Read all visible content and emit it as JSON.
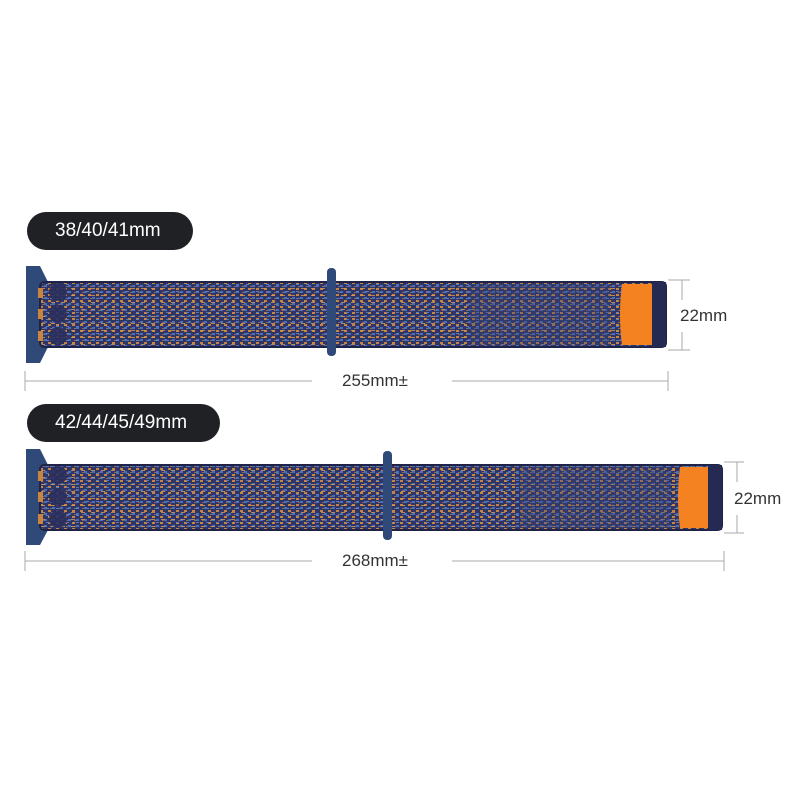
{
  "band_small": {
    "size_label": "38/40/41mm",
    "length_label": "255mm±",
    "width_label": "22mm"
  },
  "band_large": {
    "size_label": "42/44/45/49mm",
    "length_label": "268mm±",
    "width_label": "22mm"
  },
  "colors": {
    "navy": "#2a2f5e",
    "orange": "#f58220",
    "connector": "#2f4a78",
    "pill_bg": "#1f2124"
  }
}
